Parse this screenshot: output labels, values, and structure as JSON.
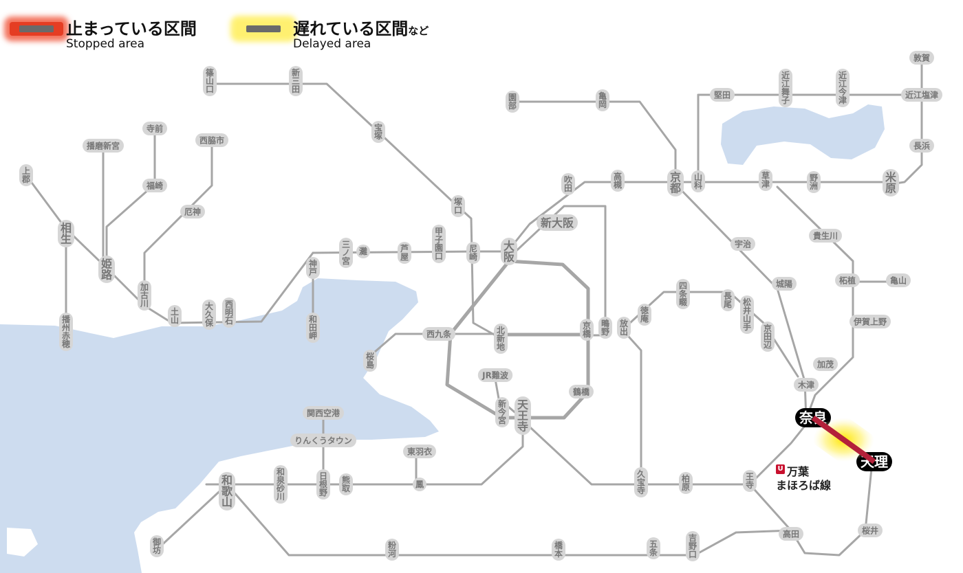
{
  "legend": {
    "stopped": {
      "title": "止まっている区間",
      "subtitle": "Stopped area",
      "color": "#e53d23"
    },
    "delayed": {
      "title": "遅れている区間",
      "suffix": "など",
      "subtitle": "Delayed area",
      "color": "#fff070"
    }
  },
  "colors": {
    "rail": "#a6a6a6",
    "station_bg": "#d6d6d6",
    "station_text": "#777777",
    "water": "#cddcef",
    "major_bg": "#000000",
    "major_text": "#ffffff",
    "affected_segment": "#b3213a"
  },
  "affected_line": {
    "name_part1": "万葉",
    "name_part2": "まほろば線",
    "code": "U",
    "status": "delayed",
    "from": "奈良",
    "to": "天理"
  },
  "stations": [
    {
      "name": "篠山口"
    },
    {
      "name": "新三田"
    },
    {
      "name": "宝塚"
    },
    {
      "name": "塚口"
    },
    {
      "name": "園部"
    },
    {
      "name": "亀岡"
    },
    {
      "name": "堅田"
    },
    {
      "name": "近江舞子"
    },
    {
      "name": "近江今津"
    },
    {
      "name": "敦賀"
    },
    {
      "name": "近江塩津"
    },
    {
      "name": "長浜"
    },
    {
      "name": "米原"
    },
    {
      "name": "野洲"
    },
    {
      "name": "草津"
    },
    {
      "name": "山科"
    },
    {
      "name": "京都"
    },
    {
      "name": "高槻"
    },
    {
      "name": "吹田"
    },
    {
      "name": "新大阪"
    },
    {
      "name": "大阪"
    },
    {
      "name": "尼崎"
    },
    {
      "name": "甲子園口"
    },
    {
      "name": "芦屋"
    },
    {
      "name": "灘"
    },
    {
      "name": "三ノ宮"
    },
    {
      "name": "神戸"
    },
    {
      "name": "和田岬"
    },
    {
      "name": "西明石"
    },
    {
      "name": "大久保"
    },
    {
      "name": "土山"
    },
    {
      "name": "加古川"
    },
    {
      "name": "厄神"
    },
    {
      "name": "西脇市"
    },
    {
      "name": "福崎"
    },
    {
      "name": "寺前"
    },
    {
      "name": "播磨新宮"
    },
    {
      "name": "姫路"
    },
    {
      "name": "相生"
    },
    {
      "name": "上郡"
    },
    {
      "name": "播州赤穂"
    },
    {
      "name": "西九条"
    },
    {
      "name": "桜島"
    },
    {
      "name": "北新地"
    },
    {
      "name": "京橋"
    },
    {
      "name": "鴫野"
    },
    {
      "name": "放出"
    },
    {
      "name": "徳庵"
    },
    {
      "name": "四条畷"
    },
    {
      "name": "長尾"
    },
    {
      "name": "松井山手"
    },
    {
      "name": "京田辺"
    },
    {
      "name": "宇治"
    },
    {
      "name": "城陽"
    },
    {
      "name": "木津"
    },
    {
      "name": "加茂"
    },
    {
      "name": "伊賀上野"
    },
    {
      "name": "柘植"
    },
    {
      "name": "亀山"
    },
    {
      "name": "貴生川"
    },
    {
      "name": "鶴橋"
    },
    {
      "name": "JR難波"
    },
    {
      "name": "新今宮"
    },
    {
      "name": "天王寺"
    },
    {
      "name": "関西空港"
    },
    {
      "name": "りんくうタウン"
    },
    {
      "name": "日根野"
    },
    {
      "name": "熊取"
    },
    {
      "name": "和泉砂川"
    },
    {
      "name": "和歌山"
    },
    {
      "name": "東羽衣"
    },
    {
      "name": "鳳"
    },
    {
      "name": "久宝寺"
    },
    {
      "name": "柏原"
    },
    {
      "name": "王寺"
    },
    {
      "name": "奈良"
    },
    {
      "name": "天理"
    },
    {
      "name": "桜井"
    },
    {
      "name": "高田"
    },
    {
      "name": "吉野口"
    },
    {
      "name": "五条"
    },
    {
      "name": "橋本"
    },
    {
      "name": "粉河"
    },
    {
      "name": "御坊"
    }
  ]
}
